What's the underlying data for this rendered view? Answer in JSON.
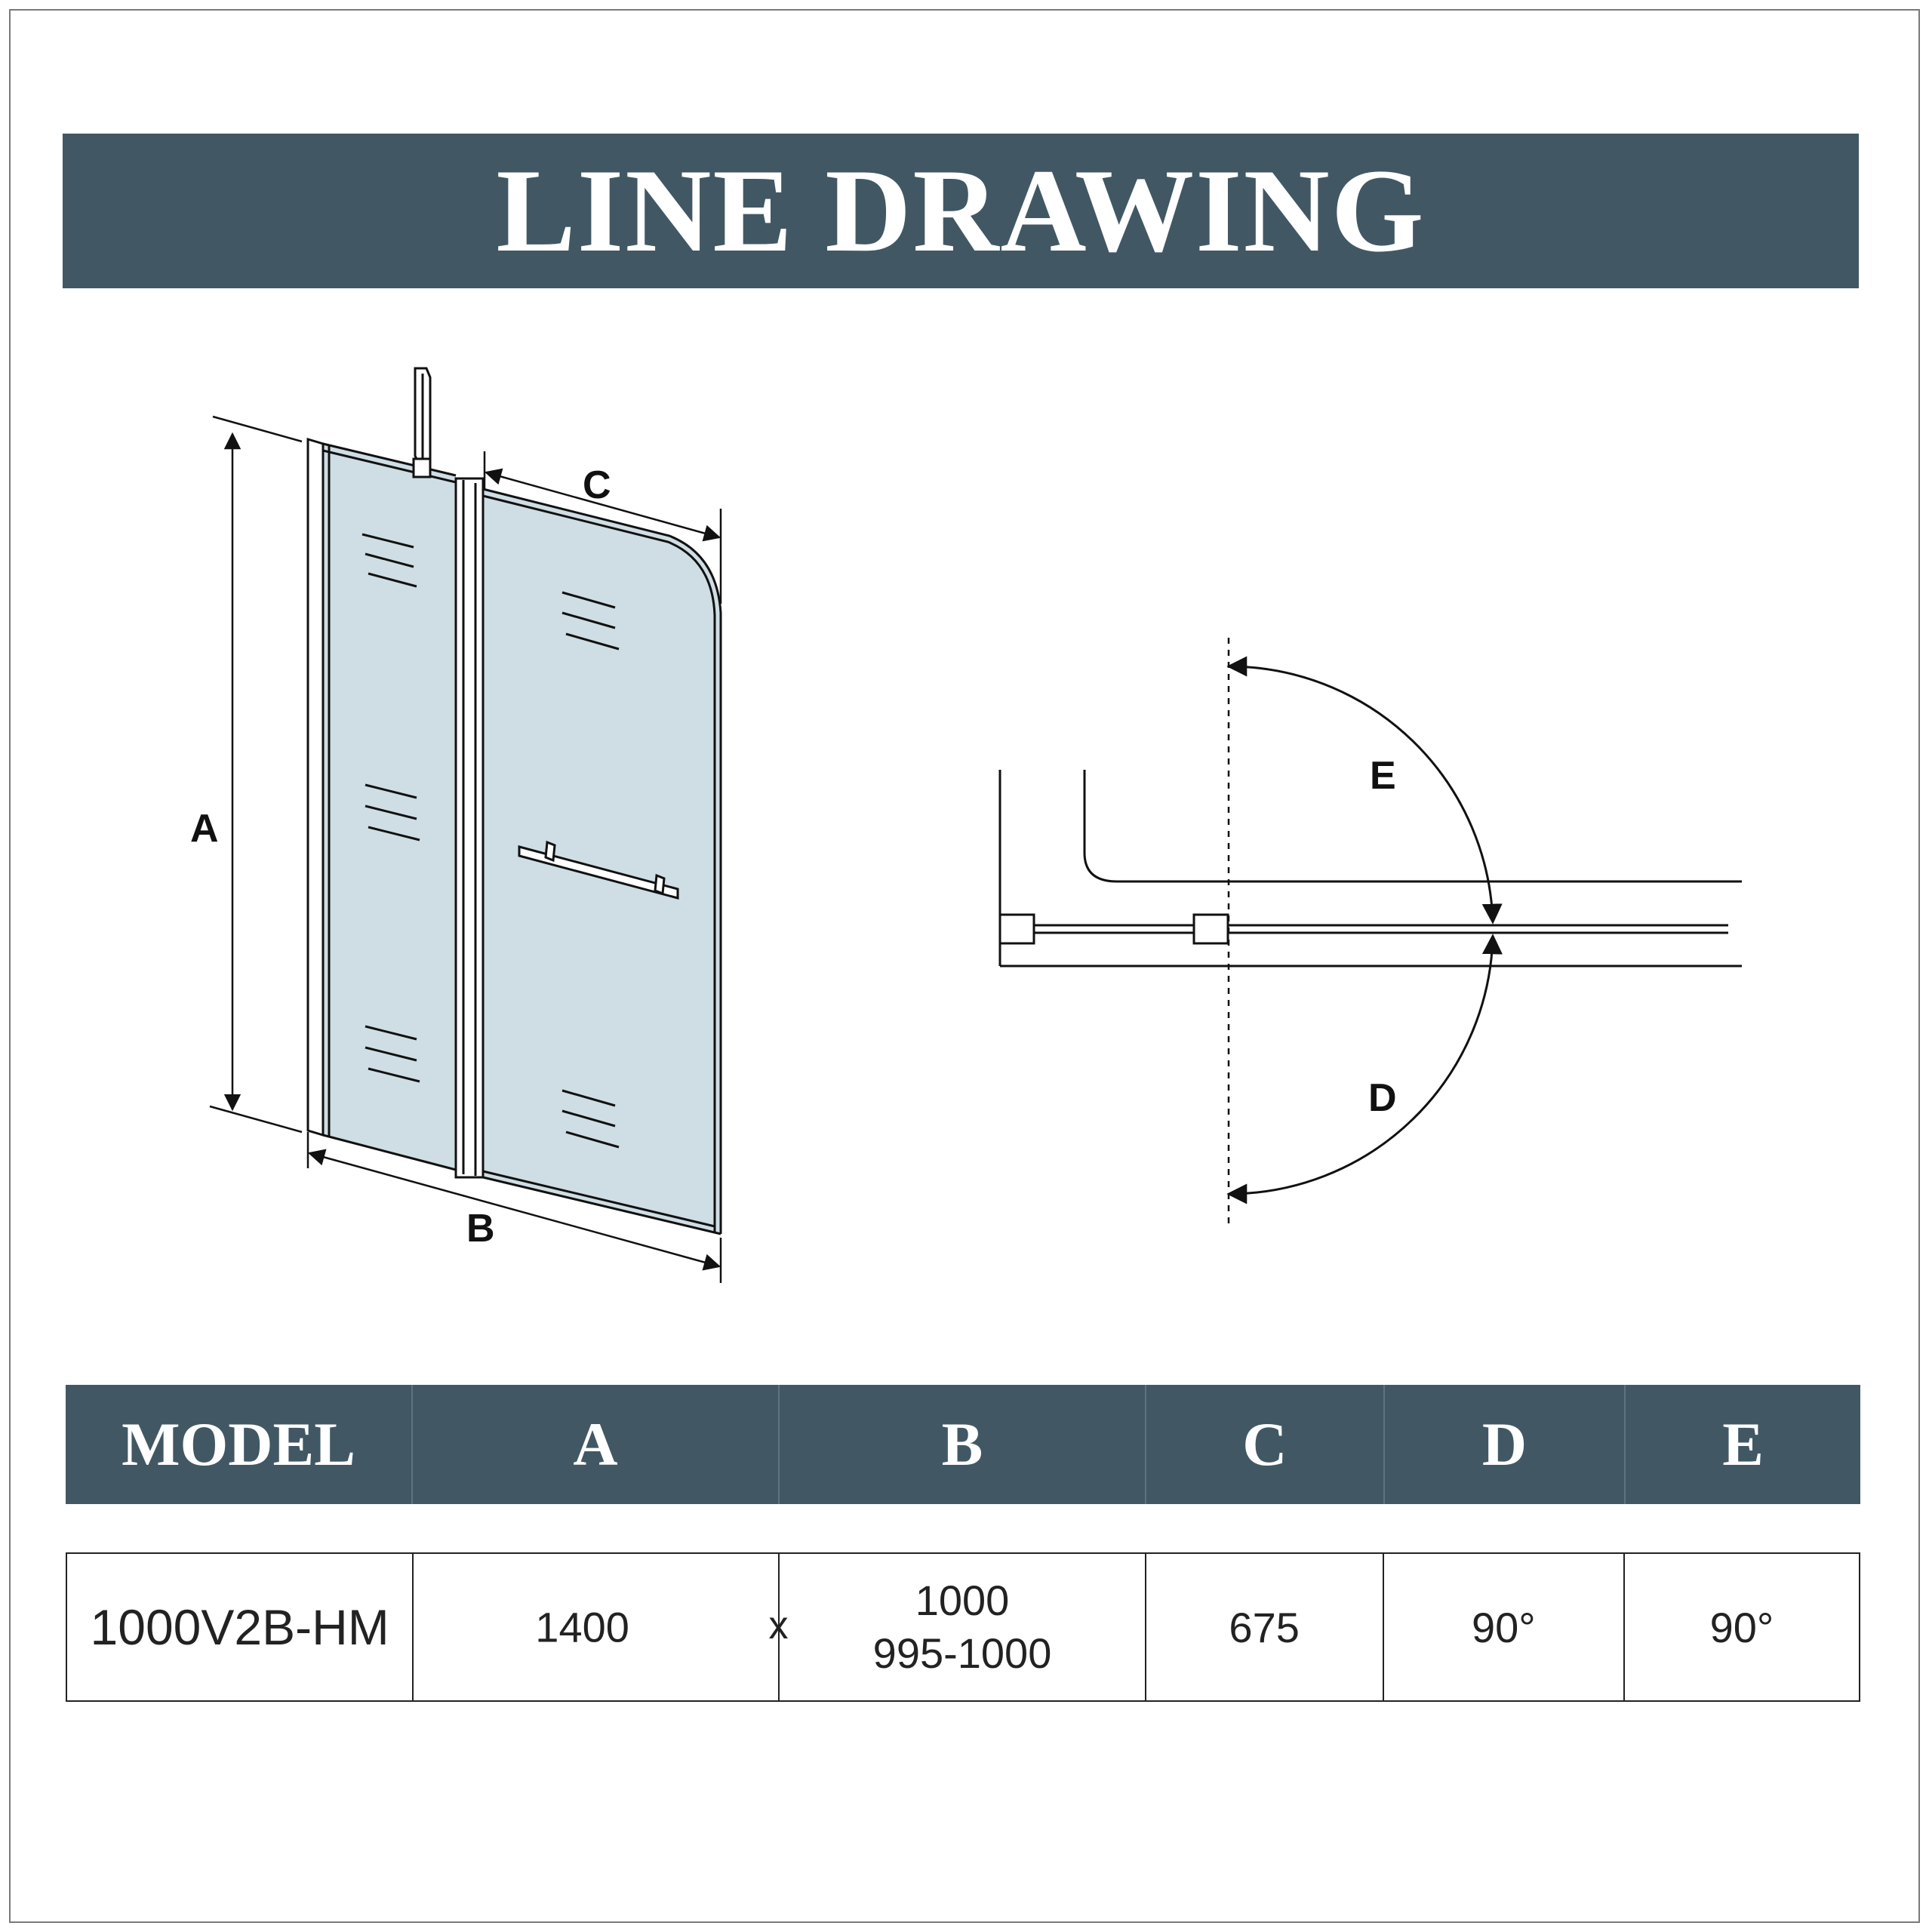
{
  "title": "LINE DRAWING",
  "diagram_labels": {
    "a": "A",
    "b": "B",
    "c": "C",
    "d": "D",
    "e": "E"
  },
  "table": {
    "headers": [
      "MODEL",
      "A",
      "B",
      "C",
      "D",
      "E"
    ],
    "row": {
      "model": "1000V2B-HM",
      "a": "1400",
      "separator": "x",
      "b_line1": "1000",
      "b_line2": "995-1000",
      "c": "675",
      "d": "90°",
      "e": "90°"
    }
  },
  "colors": {
    "header_bg": "#415864",
    "glass": "#cfdde4",
    "ink": "#111111"
  }
}
